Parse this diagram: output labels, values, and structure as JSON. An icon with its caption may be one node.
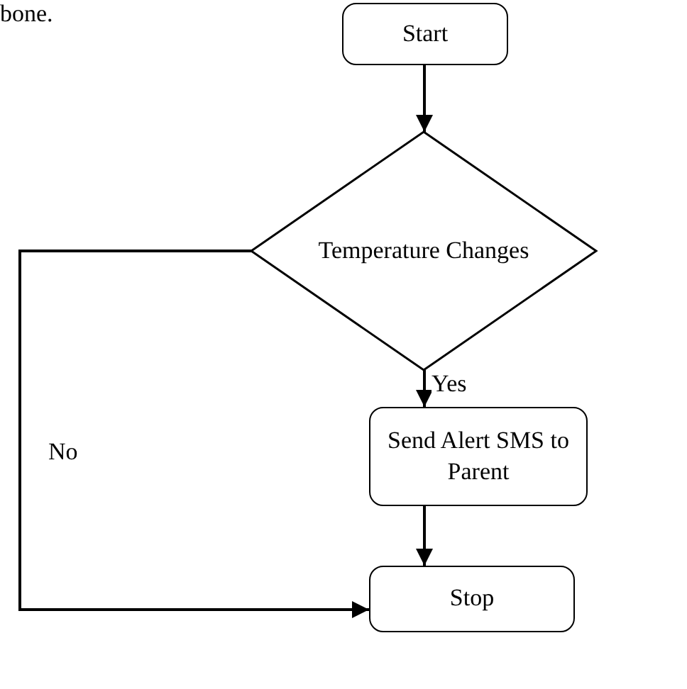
{
  "diagram": {
    "nodes": [
      {
        "text": [
          "Start"
        ]
      },
      {
        "text": [
          "Temperature Changes"
        ]
      },
      {
        "text": [
          "Send Alert SMS to Parent"
        ]
      },
      {
        "text": [
          "Stop"
        ]
      }
    ],
    "edges": [
      {
        "from": 0,
        "to": 1,
        "arrow": "to"
      },
      {
        "from": 1,
        "to": 2,
        "arrow": "to",
        "label": "Yes"
      },
      {
        "from": 2,
        "to": 3,
        "arrow": "to"
      },
      {
        "from": 1,
        "to": 3,
        "arrow": "to",
        "label": "No"
      }
    ],
    "labels": [
      "bone."
    ]
  }
}
